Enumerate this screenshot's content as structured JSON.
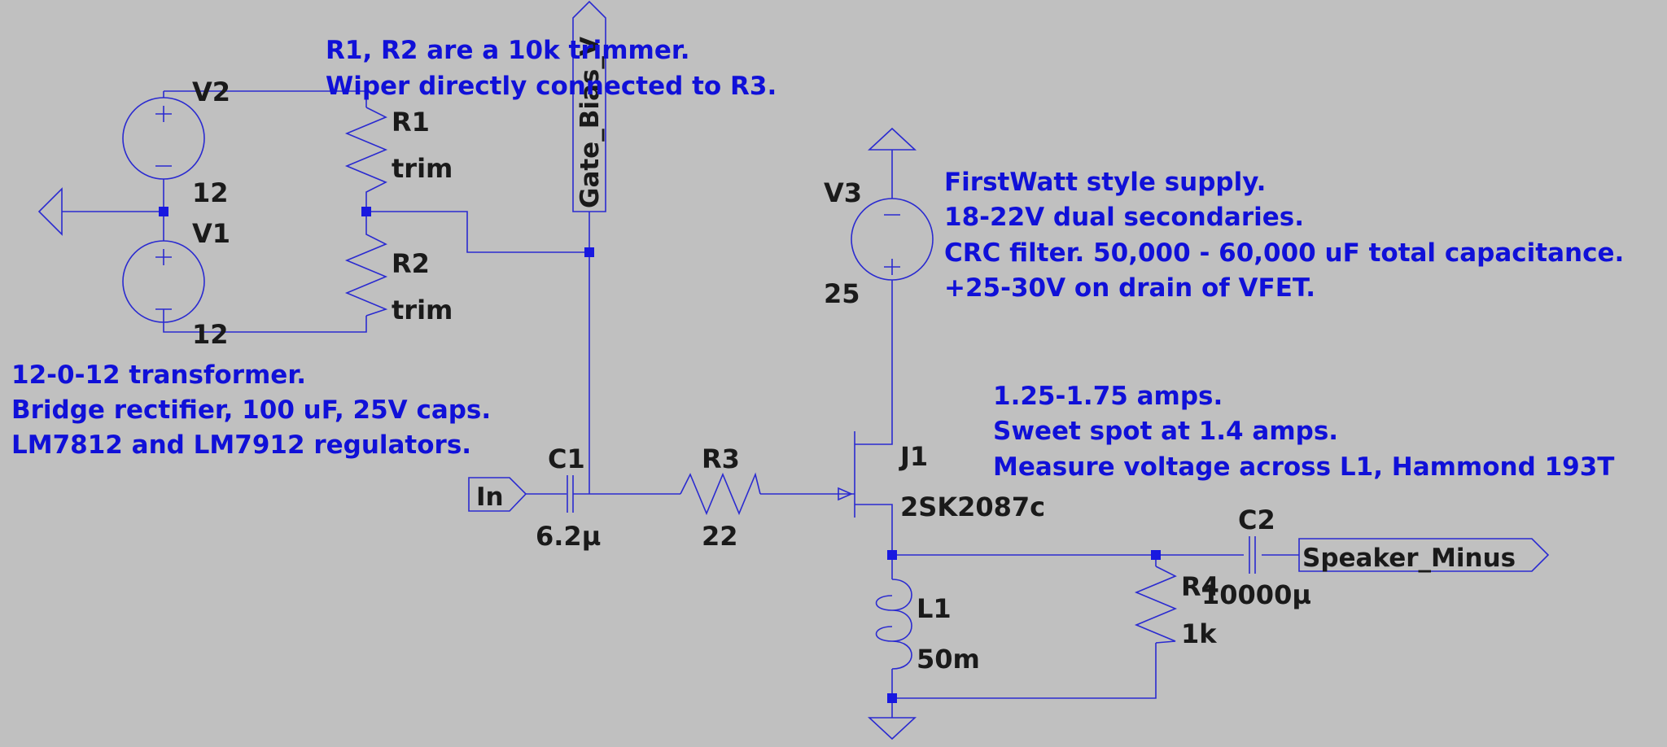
{
  "components": {
    "V1": {
      "name": "V1",
      "value": "12"
    },
    "V2": {
      "name": "V2",
      "value": "12"
    },
    "V3": {
      "name": "V3",
      "value": "25"
    },
    "R1": {
      "name": "R1",
      "value": "trim"
    },
    "R2": {
      "name": "R2",
      "value": "trim"
    },
    "R3": {
      "name": "R3",
      "value": "22"
    },
    "R4": {
      "name": "R4",
      "value": "1k"
    },
    "C1": {
      "name": "C1",
      "value": "6.2µ"
    },
    "C2": {
      "name": "C2",
      "value": "10000µ"
    },
    "L1": {
      "name": "L1",
      "value": "50m"
    },
    "J1": {
      "name": "J1",
      "value": "2SK2087c"
    }
  },
  "net_labels": {
    "input": "In",
    "gate_bias": "Gate_Bias_V",
    "speaker": "Speaker_Minus"
  },
  "notes": {
    "trimmer": [
      "R1, R2 are a 10k trimmer.",
      "Wiper directly connected to R3."
    ],
    "supply": [
      "FirstWatt style supply.",
      "18-22V dual secondaries.",
      "CRC filter. 50,000 - 60,000 uF total capacitance.",
      "+25-30V on drain of VFET."
    ],
    "transformer": [
      "12-0-12 transformer.",
      "Bridge rectifier, 100 uF, 25V caps.",
      "LM7812 and LM7912 regulators."
    ],
    "bias": [
      "1.25-1.75 amps.",
      "Sweet spot at 1.4 amps.",
      "Measure voltage across L1, Hammond 193T"
    ]
  }
}
